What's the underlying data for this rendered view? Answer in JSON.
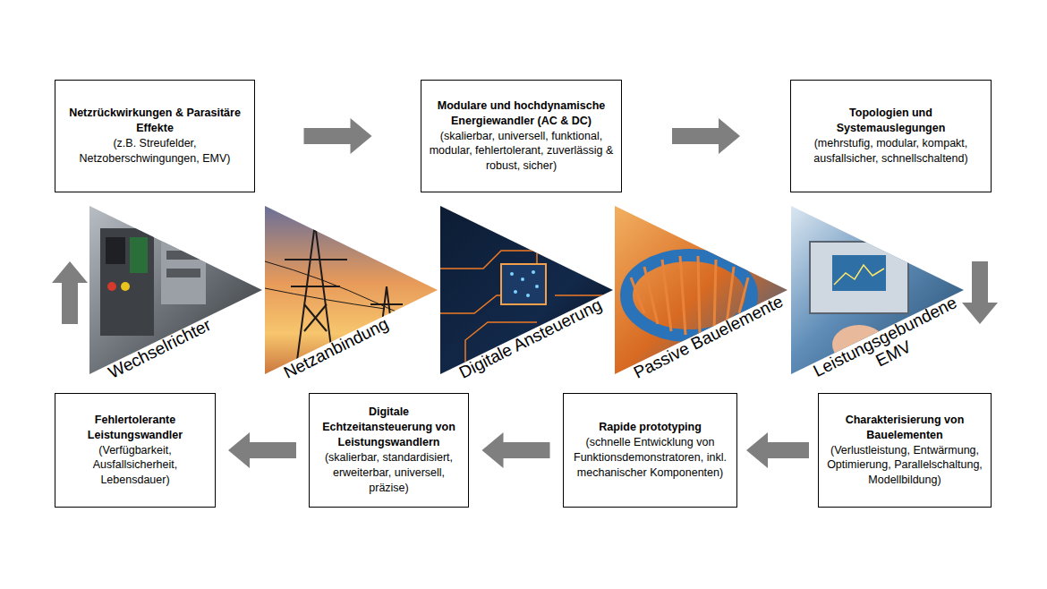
{
  "diagram": {
    "nodes": [
      {
        "text": [
          "Netzrückwirkungen & Parasitäre Effekte",
          "(z.B. Streufelder, Netzoberschwingungen, EMV)"
        ]
      },
      {
        "text": [
          "Modulare und hochdynamische Energiewandler (AC & DC)",
          "(skalierbar, universell, funktional, modular, fehlertolerant, zuverlässig & robust, sicher)"
        ]
      },
      {
        "text": [
          "Topologien und Systemauslegungen",
          "(mehrstufig, modular, kompakt, ausfallsicher, schnellschaltend)"
        ]
      },
      {
        "text": [
          "Fehlertolerante Leistungswandler",
          "(Verfügbarkeit, Ausfallsicherheit, Lebensdauer)"
        ]
      },
      {
        "text": [
          "Digitale Echtzeitansteuerung von Leistungswandlern",
          "(skalierbar, standardisiert, erweiterbar, universell, präzise)"
        ]
      },
      {
        "text": [
          "Rapide prototyping",
          "(schnelle Entwicklung von Funktionsdemonstratoren, inkl. mechanischer Komponenten)"
        ]
      },
      {
        "text": [
          "Charakterisierung von Bauelementen",
          "(Verlustleistung, Entwärmung, Optimierung, Parallelschaltung, Modellbildung)"
        ]
      }
    ],
    "edges": [
      {
        "from": 0,
        "to": 1,
        "arrow": "to"
      },
      {
        "from": 1,
        "to": 2,
        "arrow": "to"
      },
      {
        "from": 2,
        "to": 6,
        "arrow": "to"
      },
      {
        "from": 6,
        "to": 5,
        "arrow": "to"
      },
      {
        "from": 5,
        "to": 4,
        "arrow": "to"
      },
      {
        "from": 4,
        "to": 3,
        "arrow": "to"
      },
      {
        "from": 3,
        "to": 0,
        "arrow": "to"
      }
    ],
    "labels": [
      "Wechselrichter",
      "Netzanbindung",
      "Digitale Ansteuerung",
      "Passive Bauelemente",
      "Leistungsgebundene EMV"
    ]
  }
}
